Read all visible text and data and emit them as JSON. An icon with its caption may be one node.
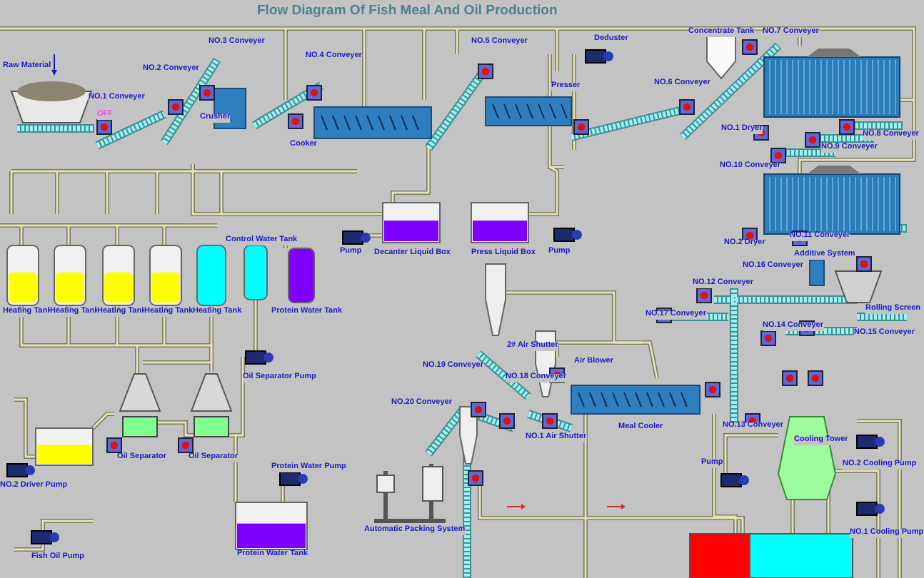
{
  "diagram": {
    "title": "Flow Diagram Of Fish Meal And Oil Production",
    "labels": [
      "Raw Material",
      "OFF",
      "NO.1 Conveyer",
      "NO.2 Conveyer",
      "NO.3 Conveyer",
      "Crusher",
      "NO.4 Conveyer",
      "Cooker",
      "NO.5 Conveyer",
      "Presser",
      "Deduster",
      "NO.6 Conveyer",
      "Concentrate Tank",
      "NO.7 Conveyer",
      "NO.1 Dryer",
      "NO.8 Conveyer",
      "NO.9 Conveyer",
      "NO.10 Conveyer",
      "NO.2 Dryer",
      "NO.11 Conveyer",
      "Pump",
      "Decanter Liquid Box",
      "Press Liquid Box",
      "Pump",
      "Heating Tank",
      "Heating Tank",
      "Heating Tank",
      "Heating Tank",
      "Heating Tank",
      "Control Water Tank",
      "Protein Water Tank",
      "Oil Separator Pump",
      "NO.16 Conveyer",
      "Additive System",
      "Rolling Screen",
      "NO.12 Conveyer",
      "NO.17 Conveyer",
      "NO.14 Conveyer",
      "NO.15 Conveyer",
      "2# Air Shutter",
      "NO.19 Conveyer",
      "NO.18 Conveyer",
      "Air Blower",
      "NO.20 Conveyer",
      "Oil Separator",
      "Oil Separator",
      "NO.2 Driver Pump",
      "Protein Water Pump",
      "Automatic Packing System",
      "NO.1 Air Shutter",
      "Meal Cooler",
      "NO.13 Conveyer",
      "Cooling Tower",
      "Pump",
      "NO.2 Cooling Pump",
      "NO.1 Cooling Pump",
      "Fish Oil Pump",
      "Protein Water Tank"
    ]
  }
}
